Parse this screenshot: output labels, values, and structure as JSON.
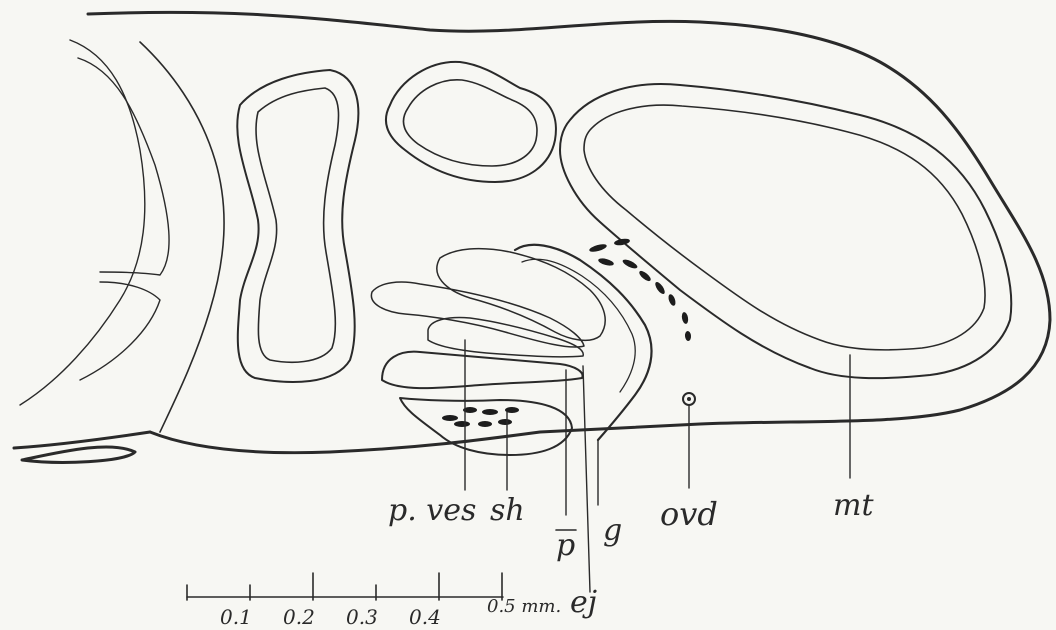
{
  "figure": {
    "labels": {
      "p_ves": "p. ves",
      "sh": "sh",
      "p": "p",
      "g": "g",
      "ovd": "ovd",
      "mt": "mt",
      "ej": "ej"
    },
    "scale_bar": {
      "ticks": [
        "0.1",
        "0.2",
        "0.3",
        "0.4"
      ],
      "end_label": "0.5 mm."
    }
  }
}
